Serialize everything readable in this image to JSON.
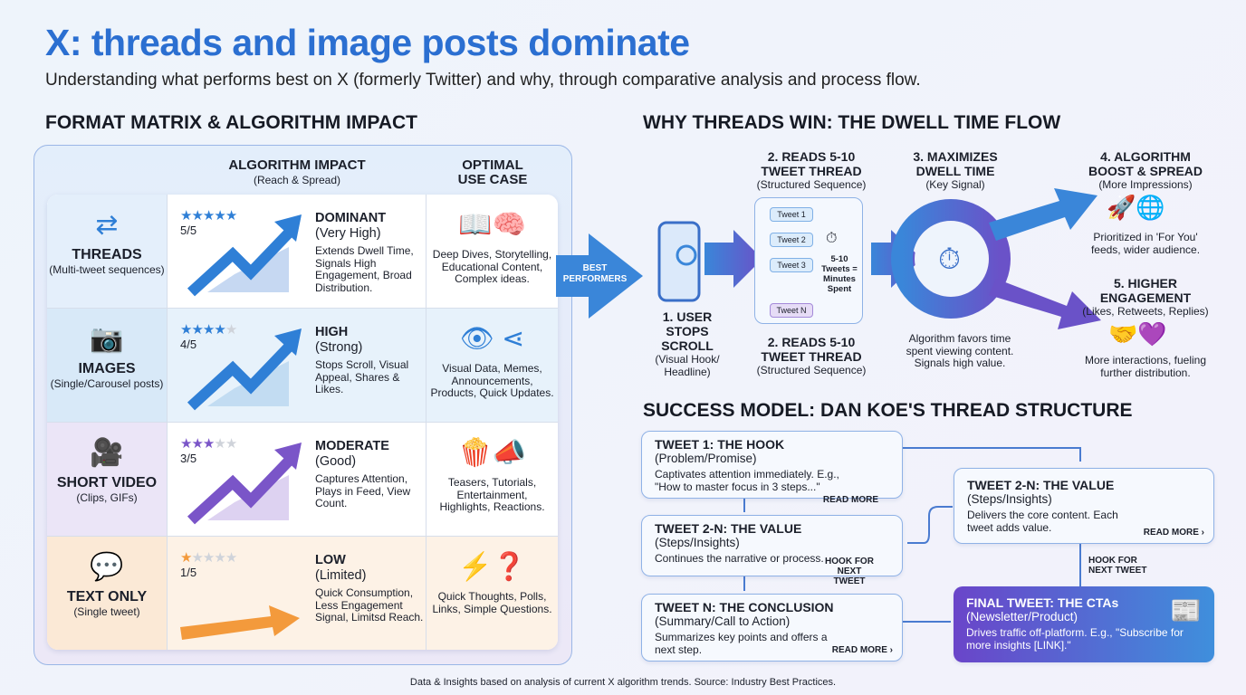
{
  "title": "X: threads and image posts dominate",
  "subtitle": "Understanding what performs best on X (formerly Twitter) and why, through comparative analysis and process flow.",
  "left_heading": "FORMAT MATRIX & ALGORITHM IMPACT",
  "columns": {
    "impact": "ALGORITHM IMPACT",
    "impact_sub": "(Reach & Spread)",
    "usecase_1": "OPTIMAL",
    "usecase_2": "USE CASE"
  },
  "formats": [
    {
      "name": "THREADS",
      "sub": "(Multi-tweet sequences)",
      "rating": 5,
      "score": "5/5",
      "level": "DOMINANT",
      "level_sub": "(Very High)",
      "desc": "Extends Dwell Time, Signals High Engagement, Broad Distribution.",
      "use": "Deep Dives, Storytelling, Educational Content, Complex ideas.",
      "color": "#2f7fd6"
    },
    {
      "name": "IMAGES",
      "sub": "(Single/Carousel posts)",
      "rating": 4,
      "score": "4/5",
      "level": "HIGH",
      "level_sub": "(Strong)",
      "desc": "Stops Scroll, Visual Appeal, Shares & Likes.",
      "use": "Visual Data, Memes, Announcements, Products, Quick Updates.",
      "color": "#2f7fd6"
    },
    {
      "name": "SHORT VIDEO",
      "sub": "(Clips, GIFs)",
      "rating": 3,
      "score": "3/5",
      "level": "MODERATE",
      "level_sub": "(Good)",
      "desc": "Captures Attention, Plays in Feed, View Count.",
      "use": "Teasers, Tutorials, Entertainment, Highlights, Reactions.",
      "color": "#7a55c8"
    },
    {
      "name": "TEXT ONLY",
      "sub": "(Single tweet)",
      "rating": 1,
      "score": "1/5",
      "level": "LOW",
      "level_sub": "(Limited)",
      "desc": "Quick Consumption, Less Engagement Signal, Limitsd Reach.",
      "use": "Quick Thoughts, Polls, Links, Simple Questions.",
      "color": "#f39a3c"
    }
  ],
  "best_performers": "BEST PERFORMERS",
  "flow_heading": "WHY THREADS WIN: THE DWELL TIME FLOW",
  "flow": {
    "s1": "1. USER STOPS SCROLL",
    "s1_sub": "(Visual Hook/ Headline)",
    "s2": "2. READS 5-10 TWEET THREAD",
    "s2_sub": "(Structured Sequence)",
    "tweets": [
      "Tweet 1",
      "Tweet 2",
      "Tweet 3",
      "Tweet N"
    ],
    "timer_note": "5-10 Tweets = Minutes Spent",
    "s3": "3. MAXIMIZES DWELL TIME",
    "s3_sub": "(Key Signal)",
    "s3_note": "Algorithm favors time spent viewing content. Signals high value.",
    "s4": "4. ALGORITHM BOOST & SPREAD",
    "s4_sub": "(More Impressions)",
    "s4_note": "Prioritized in 'For You' feeds, wider audience.",
    "s5": "5. HIGHER ENGAGEMENT",
    "s5_sub": "(Likes, Retweets, Replies)",
    "s5_note": "More interactions, fueling further distribution."
  },
  "model_heading": "SUCCESS MODEL: DAN KOE'S THREAD STRUCTURE",
  "model": {
    "t1": {
      "title": "TWEET 1: THE HOOK",
      "sub": "(Problem/Promise)",
      "text": "Captivates attention immediately. E.g., \"How to master focus in 3 steps...\"",
      "link": "READ MORE"
    },
    "t2": {
      "title": "TWEET 2-N: THE VALUE",
      "sub": "(Steps/Insights)",
      "text": "Continues the narrative or process.",
      "link": "HOOK FOR NEXT TWEET"
    },
    "tn": {
      "title": "TWEET N: THE CONCLUSION",
      "sub": "(Summary/Call to Action)",
      "text": "Summarizes key points and offers a next step.",
      "link": "READ MORE ›"
    },
    "t2r": {
      "title": "TWEET 2-N: THE VALUE",
      "sub": "(Steps/Insights)",
      "text": "Delivers the core content. Each tweet adds value.",
      "link": "READ MORE ›",
      "hook": "HOOK FOR NEXT TWEET"
    },
    "final": {
      "title": "FINAL TWEET: THE CTAs",
      "sub": "(Newsletter/Product)",
      "text": "Drives traffic off-platform. E.g., \"Subscribe for more insights [LINK].\""
    }
  },
  "footer": "Data & Insights based on analysis of current X algorithm trends. Source: Industry Best Practices."
}
